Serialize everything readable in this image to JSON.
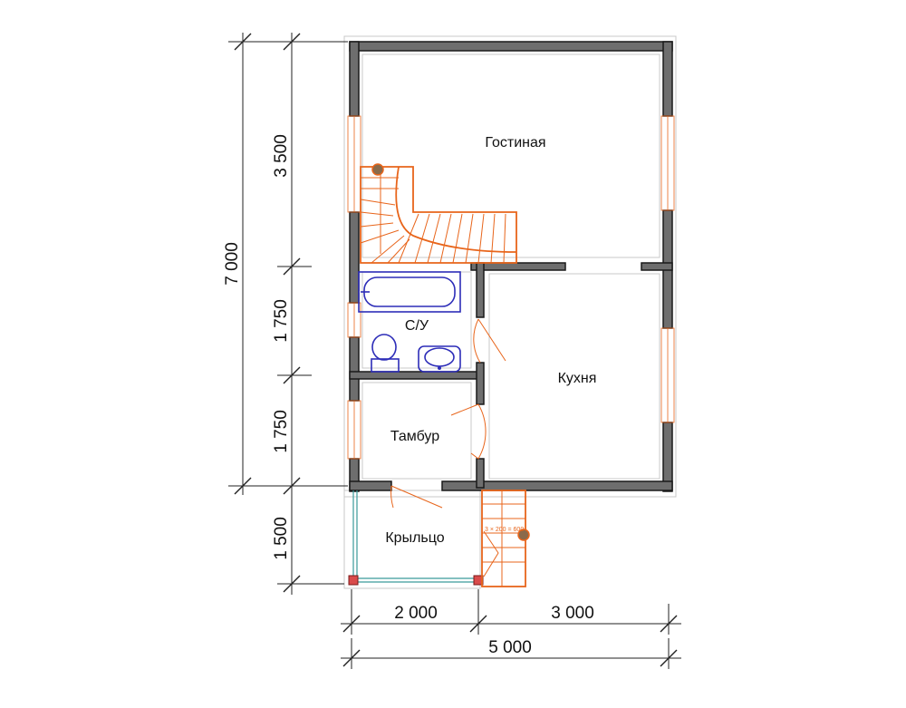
{
  "rooms": {
    "living": "Гостиная",
    "bathroom": "С/У",
    "kitchen": "Кухня",
    "vestibule": "Тамбур",
    "porch": "Крыльцо"
  },
  "dimensions": {
    "total_height": "7 000",
    "seg_living": "3 500",
    "seg_bath": "1 750",
    "seg_vestibule": "1 750",
    "seg_porch": "1 500",
    "width_left": "2 000",
    "width_right": "3 000",
    "total_width": "5 000"
  },
  "stair_note": "3 × 200 = 600",
  "colors": {
    "wall": "#6e6e6e",
    "stair": "#e8651b",
    "fixture": "#2d2db8",
    "glass": "#3a9a9a",
    "post": "#d94b4b"
  }
}
